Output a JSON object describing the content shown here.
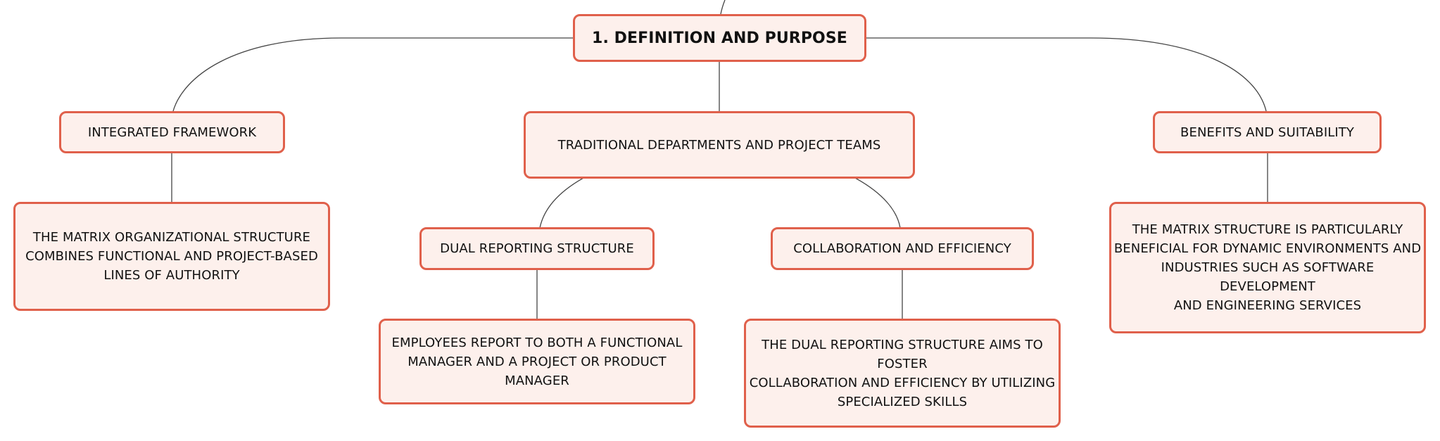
{
  "mindmap": {
    "root": {
      "label": "1. DEFINITION AND PURPOSE"
    },
    "branches": [
      {
        "label": "INTEGRATED FRAMEWORK",
        "detail": "THE MATRIX ORGANIZATIONAL STRUCTURE\nCOMBINES FUNCTIONAL AND PROJECT-BASED\nLINES OF AUTHORITY"
      },
      {
        "label": "TRADITIONAL DEPARTMENTS AND PROJECT TEAMS",
        "children": [
          {
            "label": "DUAL REPORTING STRUCTURE",
            "detail": "EMPLOYEES REPORT TO BOTH A FUNCTIONAL\nMANAGER AND A PROJECT OR PRODUCT MANAGER"
          },
          {
            "label": "COLLABORATION AND EFFICIENCY",
            "detail": "THE DUAL REPORTING STRUCTURE AIMS TO FOSTER\nCOLLABORATION AND EFFICIENCY BY UTILIZING\nSPECIALIZED SKILLS"
          }
        ]
      },
      {
        "label": "BENEFITS AND SUITABILITY",
        "detail": "THE MATRIX STRUCTURE IS PARTICULARLY\nBENEFICIAL FOR DYNAMIC ENVIRONMENTS AND\nINDUSTRIES SUCH AS SOFTWARE DEVELOPMENT\nAND ENGINEERING SERVICES"
      }
    ]
  },
  "colors": {
    "node_border": "#e0604b",
    "node_fill": "#fdf0ec",
    "connector": "#444444"
  }
}
